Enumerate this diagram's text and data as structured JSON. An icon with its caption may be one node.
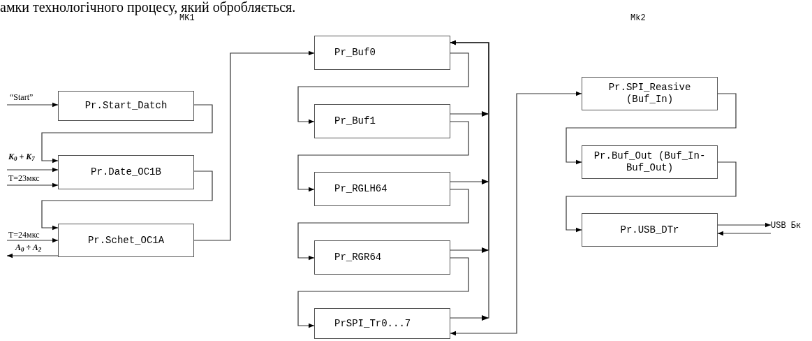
{
  "diagram": {
    "nodes": [
      {
        "text": [
          "Pr.Start_Datch"
        ]
      },
      {
        "text": [
          "Pr.Date_OC1B"
        ]
      },
      {
        "text": [
          "Pr.Schet_OC1A"
        ]
      },
      {
        "text": [
          "Pr_Buf0"
        ]
      },
      {
        "text": [
          "Pr_Buf1"
        ]
      },
      {
        "text": [
          "Pr_RGLH64"
        ]
      },
      {
        "text": [
          "Pr_RGR64"
        ]
      },
      {
        "text": [
          "PrSPI_Tr0...7"
        ]
      },
      {
        "text": [
          "Pr.SPI_Reasive (Buf_In)"
        ]
      },
      {
        "text": [
          "Pr.Buf_Out (Buf_In-Buf_Out)"
        ]
      },
      {
        "text": [
          "Pr.USB_DTr"
        ]
      },
      {
        "text": [
          "USB Бк"
        ]
      }
    ],
    "edges": [
      {
        "from": null,
        "to": 0,
        "arrow": "to",
        "label": "“Start”"
      },
      {
        "from": 0,
        "to": 1,
        "arrow": "to"
      },
      {
        "from": null,
        "to": 1,
        "arrow": "to",
        "label": "K$_{0}$ + K$_{7}$"
      },
      {
        "from": null,
        "to": 1,
        "arrow": "to",
        "label": "T=23мкс"
      },
      {
        "from": 1,
        "to": 2,
        "arrow": "to"
      },
      {
        "from": null,
        "to": 2,
        "arrow": "to",
        "label": "T=24мкс"
      },
      {
        "from": 2,
        "to": null,
        "arrow": "to",
        "label": "A$_{0}$ ÷ A$_{2}$"
      },
      {
        "from": 2,
        "to": 3,
        "arrow": "to"
      },
      {
        "from": 3,
        "to": 4,
        "arrow": "to"
      },
      {
        "from": 4,
        "to": 5,
        "arrow": "to"
      },
      {
        "from": 5,
        "to": 6,
        "arrow": "to"
      },
      {
        "from": 6,
        "to": 7,
        "arrow": "to"
      },
      {
        "from": 4,
        "to": 3,
        "arrow": "to"
      },
      {
        "from": 5,
        "to": 3,
        "arrow": "to"
      },
      {
        "from": 6,
        "to": 3,
        "arrow": "to"
      },
      {
        "from": 7,
        "to": 3,
        "arrow": "to"
      },
      {
        "from": 7,
        "to": 8,
        "arrow": "both"
      },
      {
        "from": 8,
        "to": 9,
        "arrow": "to"
      },
      {
        "from": 9,
        "to": 10,
        "arrow": "to"
      },
      {
        "from": 10,
        "to": 11,
        "arrow": "to"
      },
      {
        "from": 11,
        "to": 10,
        "arrow": "to"
      }
    ],
    "labels": [
      "амки технологічного процесу, який обробляється.",
      "MK1",
      "Mk2"
    ]
  }
}
